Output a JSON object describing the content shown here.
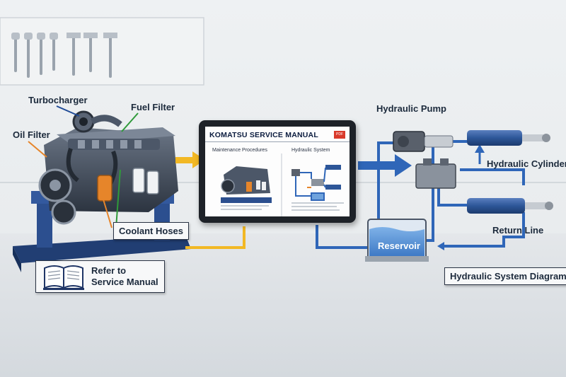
{
  "labels": {
    "turbocharger": "Turbocharger",
    "fuel_filter": "Fuel Filter",
    "oil_filter": "Oil Filter",
    "coolant_hoses": "Coolant Hoses",
    "refer_manual_line1": "Refer to",
    "refer_manual_line2": "Service Manual",
    "hydraulic_pump": "Hydraulic Pump",
    "hydraulic_cylinders": "Hydraulic Cylinders",
    "return_line": "Return Line",
    "reservoir": "Reservoir",
    "diagram_caption": "Hydraulic System Diagram"
  },
  "tablet": {
    "title": "KOMATSU SERVICE MANUAL",
    "badge": "PDF",
    "left_panel": "Maintenance Procedures",
    "right_panel": "Hydraulic System"
  },
  "colors": {
    "engine": "#3d4756",
    "stand": "#2c4f8f",
    "hydraulic_line": "#2f66b8",
    "arrow_yellow": "#f2b824",
    "orange_filter": "#e6852a"
  }
}
